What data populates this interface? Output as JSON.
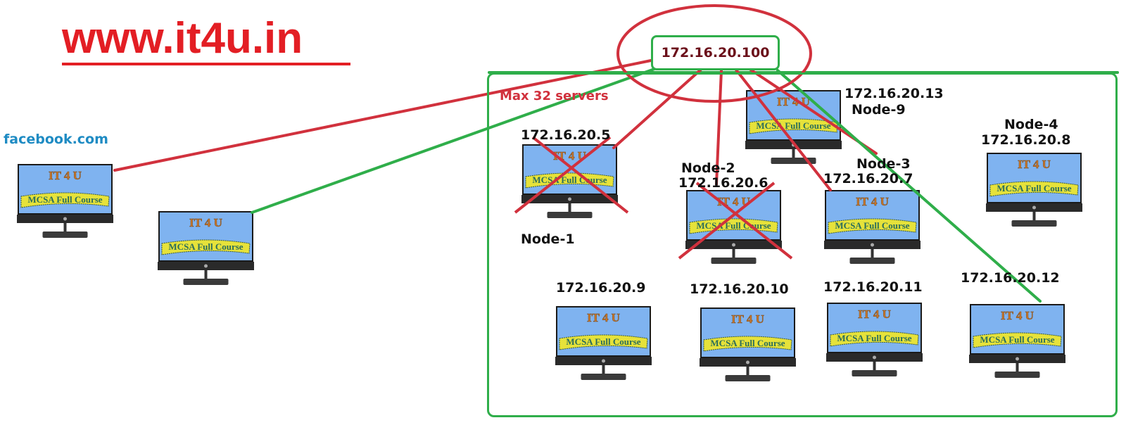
{
  "title": "www.it4u.in",
  "external_label": "facebook.com",
  "gateway": {
    "ip": "172.16.20.100"
  },
  "cluster": {
    "note": "Max 32 servers"
  },
  "screen": {
    "brand": "IT 4 U",
    "banner": "MCSA Full Course"
  },
  "colors": {
    "title": "#e31e24",
    "red_link": "#d1313d",
    "green_link": "#2fae4a",
    "facebook": "#1e8bc3",
    "gateway_text": "#6b0f1a",
    "screen": "#7fb3f0",
    "banner": "#e6e23a"
  },
  "clients": [
    {
      "id": "client-1",
      "link": "red"
    },
    {
      "id": "client-2",
      "link": "green"
    }
  ],
  "nodes": [
    {
      "id": "n5",
      "ip": "172.16.20.5",
      "name": "Node-1",
      "failed": true,
      "link": "red"
    },
    {
      "id": "n6",
      "ip": "172.16.20.6",
      "name": "Node-2",
      "failed": true,
      "link": "red"
    },
    {
      "id": "n7",
      "ip": "172.16.20.7",
      "name": "Node-3",
      "failed": false,
      "link": "red"
    },
    {
      "id": "n8",
      "ip": "172.16.20.8",
      "name": "Node-4",
      "failed": false,
      "link": ""
    },
    {
      "id": "n13",
      "ip": "172.16.20.13",
      "name": "Node-9",
      "failed": false,
      "link": "red"
    },
    {
      "id": "n9",
      "ip": "172.16.20.9",
      "name": "",
      "failed": false,
      "link": ""
    },
    {
      "id": "n10",
      "ip": "172.16.20.10",
      "name": "",
      "failed": false,
      "link": ""
    },
    {
      "id": "n11",
      "ip": "172.16.20.11",
      "name": "",
      "failed": false,
      "link": ""
    },
    {
      "id": "n12",
      "ip": "172.16.20.12",
      "name": "",
      "failed": false,
      "link": "green"
    }
  ]
}
